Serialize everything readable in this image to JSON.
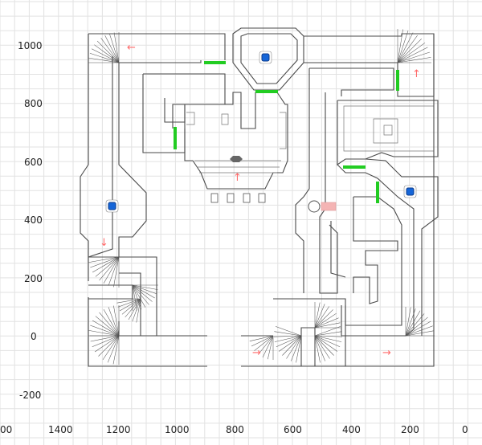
{
  "map": {
    "x_axis": {
      "ticks": [
        "1400",
        "1200",
        "1000",
        "800",
        "600",
        "400",
        "200",
        "0"
      ],
      "edge_label": "00"
    },
    "y_axis": {
      "ticks": [
        "1000",
        "800",
        "600",
        "400",
        "200",
        "0",
        "-200"
      ]
    },
    "grid": true,
    "markers": [
      {
        "name": "robot-marker-left",
        "color": "#1565d8"
      },
      {
        "name": "robot-marker-top",
        "color": "#1565d8"
      },
      {
        "name": "robot-marker-right",
        "color": "#1565d8"
      }
    ],
    "arrows": [
      {
        "name": "arrow-top-left",
        "glyph": "←"
      },
      {
        "name": "arrow-top-right",
        "glyph": "↑"
      },
      {
        "name": "arrow-center",
        "glyph": "↑"
      },
      {
        "name": "arrow-left-down",
        "glyph": "↓"
      },
      {
        "name": "arrow-bottom-center",
        "glyph": "→"
      },
      {
        "name": "arrow-bottom-right",
        "glyph": "→"
      }
    ],
    "colors": {
      "door": "#22cc22",
      "marker": "#1565d8",
      "arrow": "#ff6a6a",
      "blocked": "#f4b4b4"
    }
  }
}
